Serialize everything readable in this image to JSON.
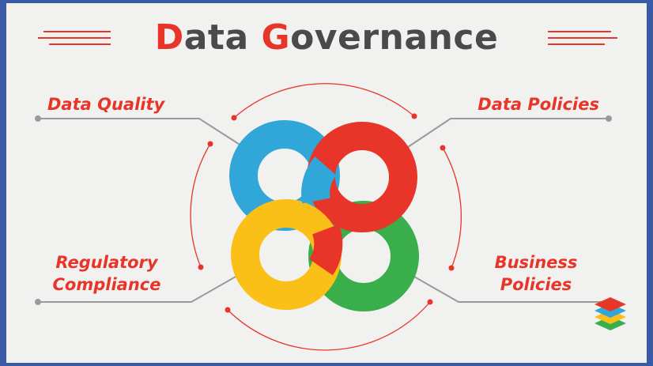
{
  "title": {
    "first_initial": "D",
    "first_rest": "ata ",
    "second_initial": "G",
    "second_rest": "overnance"
  },
  "labels": {
    "top_left": "Data Quality",
    "top_right": "Data Policies",
    "bottom_left_line1": "Regulatory",
    "bottom_left_line2": "Compliance",
    "bottom_right_line1": "Business",
    "bottom_right_line2": "Policies"
  },
  "colors": {
    "accent": "#e8352a",
    "title_gray": "#4a4a4a",
    "ring_blue": "#31a6d9",
    "ring_red": "#e8352a",
    "ring_yellow": "#fbc018",
    "ring_green": "#3aae4a",
    "background": "#f1f1f0",
    "frame": "#3a5aa8"
  },
  "logo_icon": "layered-stack-logo"
}
